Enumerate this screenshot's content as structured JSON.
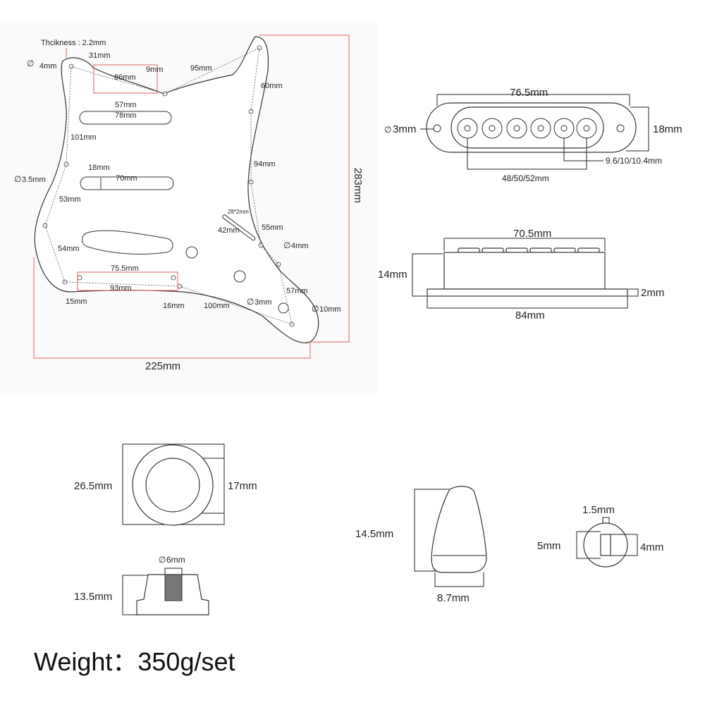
{
  "pickguard": {
    "thickness": "Thcikness : 2.2mm",
    "d_top_hole": "4mm",
    "w_31": "31mm",
    "w_86": "86mm",
    "w_9": "9mm",
    "w_95": "95mm",
    "w_60": "60mm",
    "w_57_top": "57mm",
    "w_78": "78mm",
    "w_101": "101mm",
    "w_94": "94mm",
    "w_18": "18mm",
    "w_70": "70mm",
    "d_35": "3.5mm",
    "w_53": "53mm",
    "w_28x2": "28*2mm",
    "w_42": "42mm",
    "w_55": "55mm",
    "d_4_right": "4mm",
    "w_54": "54mm",
    "w_755": "75.5mm",
    "w_93": "93mm",
    "w_57_bot": "57mm",
    "d_3": "3mm",
    "d_10": "10mm",
    "w_15": "15mm",
    "w_16": "16mm",
    "w_100": "100mm",
    "height_total": "283mm",
    "width_total": "225mm"
  },
  "pickup_top": {
    "length": "76.5mm",
    "hole": "3mm",
    "height": "18mm",
    "pole_dia": "9.6/10/10.4mm",
    "pole_span": "48/50/52mm"
  },
  "pickup_side": {
    "cover_len": "70.5mm",
    "height": "14mm",
    "base_thick": "2mm",
    "base_len": "84mm"
  },
  "knob": {
    "outer": "26.5mm",
    "inner": "17mm",
    "shaft": "6mm",
    "height": "13.5mm"
  },
  "switch_tip": {
    "height": "14.5mm",
    "width": "8.7mm"
  },
  "tip_hole": {
    "slot": "1.5mm",
    "left": "5mm",
    "right": "4mm"
  },
  "weight": "Weight：350g/set"
}
